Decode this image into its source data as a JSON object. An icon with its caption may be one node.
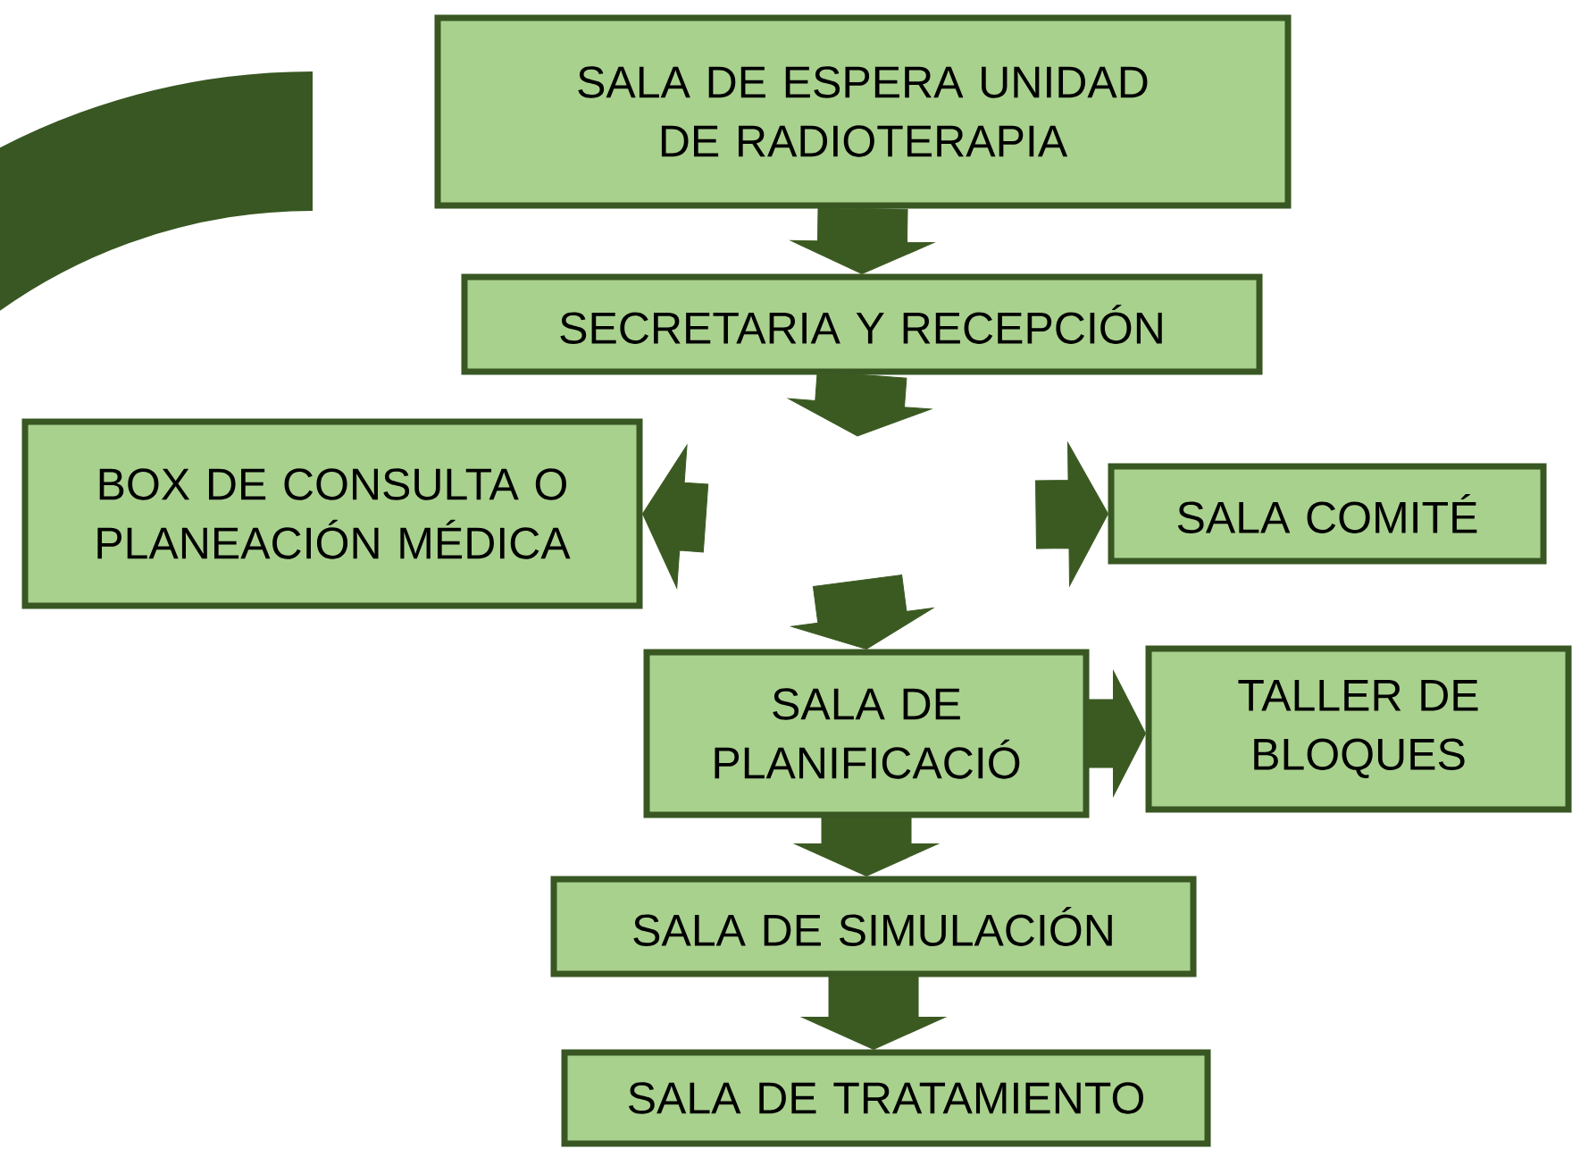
{
  "diagram": {
    "nodes": [
      {
        "text": [
          "SALA DE ESPERA UNIDAD DE RADIOTERAPIA"
        ]
      },
      {
        "text": [
          "SECRETARIA Y RECEPCIÓN"
        ]
      },
      {
        "text": [
          "BOX DE CONSULTA O PLANEACIÓN MÉDICA"
        ]
      },
      {
        "text": [
          "SALA COMITÉ"
        ]
      },
      {
        "text": [
          "SALA DE PLANIFICACIÓ"
        ]
      },
      {
        "text": [
          "TALLER DE BLOQUES"
        ]
      },
      {
        "text": [
          "SALA DE SIMULACIÓN"
        ]
      },
      {
        "text": [
          "SALA DE TRATAMIENTO"
        ]
      }
    ],
    "edges": [
      {
        "from": 0,
        "to": 1,
        "arrow": "to"
      },
      {
        "from": 1,
        "to": null,
        "arrow": "to"
      },
      {
        "from": null,
        "to": 2,
        "arrow": "to"
      },
      {
        "from": null,
        "to": 3,
        "arrow": "to"
      },
      {
        "from": null,
        "to": 4,
        "arrow": "to"
      },
      {
        "from": 4,
        "to": 5,
        "arrow": "to"
      },
      {
        "from": 4,
        "to": 6,
        "arrow": "to"
      },
      {
        "from": 6,
        "to": 7,
        "arrow": "to"
      }
    ]
  }
}
